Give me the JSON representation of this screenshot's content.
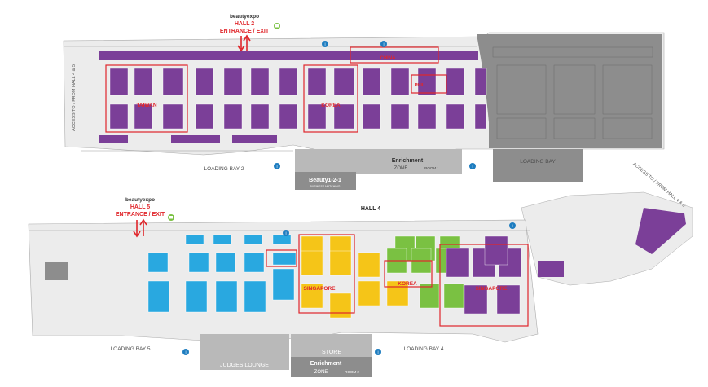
{
  "upper_hall": {
    "brand": "beautyexpo",
    "hall": "HALL 2",
    "entrance": "ENTRANCE / EXIT",
    "access": "ACCESS TO / FROM HALL 4 & 5",
    "loading_bay_left": "LOADING BAY 2",
    "loading_bay_right": "LOADING BAY",
    "enrichment_zone": "Enrichment",
    "enrichment_zone_sub": "ZONE",
    "enrichment_room": "ROOM 1",
    "beauty_brand": "Beauty1-2-1",
    "beauty_brand_sub": "BUSINESS MATCHING",
    "pavilions": {
      "taiwan": "TAIWAN",
      "korea": "KOREA",
      "china": "CHINA",
      "phil": "PHIL"
    }
  },
  "lower_hall": {
    "brand": "beautyexpo",
    "hall": "HALL 5",
    "entrance": "ENTRANCE / EXIT",
    "hall_label": "HALL 4",
    "access": "ACCESS TO / FROM HALL 4 & 5",
    "loading_bay_left": "LOADING BAY 5",
    "loading_bay_right": "LOADING BAY 4",
    "judges_lounge": "JUDGES LOUNGE",
    "store": "STORE",
    "enrichment_zone": "Enrichment",
    "enrichment_zone_sub": "ZONE",
    "enrichment_room": "ROOM 2",
    "pavilions": {
      "singapore_left": "SINGAPORE",
      "singapore_right": "SINGAPORE",
      "korea": "KOREA"
    }
  },
  "colors": {
    "purple": "#7b3f98",
    "blue": "#29a8e0",
    "yellow": "#f5c518",
    "green": "#7ac142",
    "grey_hall": "#8d8d8d",
    "red_outline": "#e0262b",
    "floor": "#ececec"
  },
  "icons": [
    "cafe-icon",
    "toilet-icon",
    "fire-exit-icon",
    "arrow-up-icon",
    "arrow-down-icon"
  ]
}
